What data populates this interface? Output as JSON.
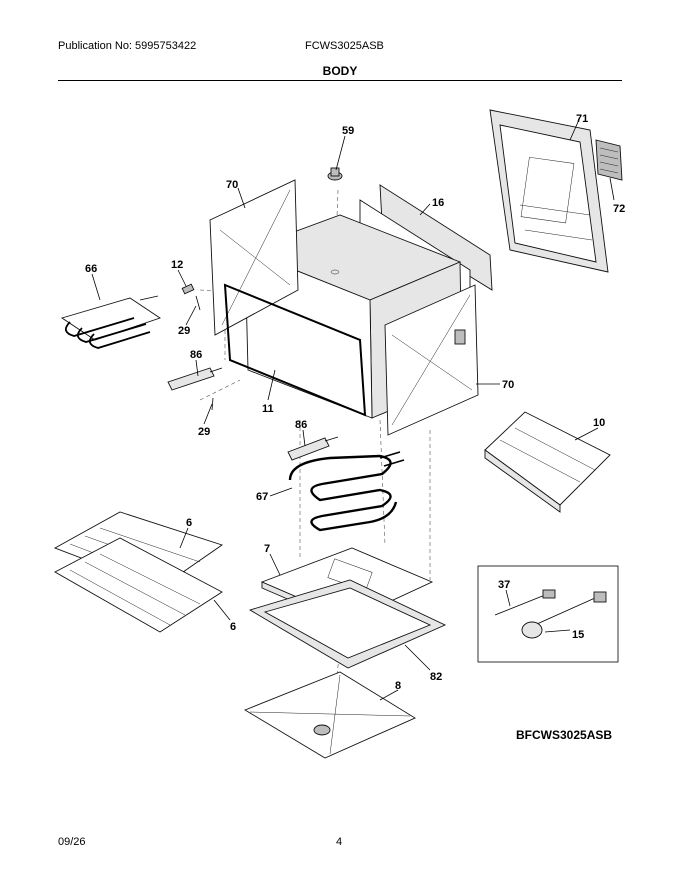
{
  "header": {
    "publication": "Publication No: 5995753422",
    "model": "FCWS3025ASB",
    "section_title": "BODY"
  },
  "diagram_code": "BFCWS3025ASB",
  "footer": {
    "date": "09/26",
    "page": "4"
  },
  "callouts": {
    "c59": "59",
    "c71": "71",
    "c70a": "70",
    "c16": "16",
    "c72": "72",
    "c66": "66",
    "c12": "12",
    "c29a": "29",
    "c86a": "86",
    "c70b": "70",
    "c11": "11",
    "c29b": "29",
    "c10": "10",
    "c86b": "86",
    "c67": "67",
    "c6a": "6",
    "c7": "7",
    "c6b": "6",
    "c82": "82",
    "c8": "8",
    "c37": "37",
    "c15": "15"
  }
}
